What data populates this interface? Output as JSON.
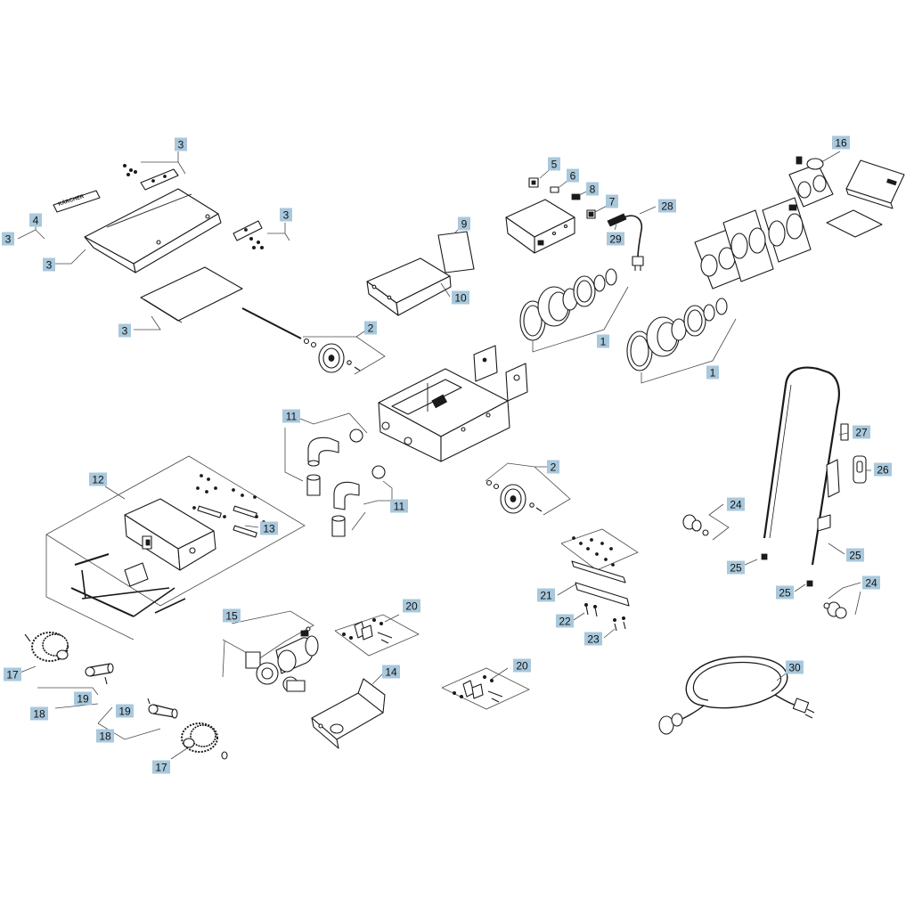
{
  "brand": {
    "logo_text": "KÄRCHER"
  },
  "callouts": [
    {
      "id": "c-3a",
      "label": "3"
    },
    {
      "id": "c-4",
      "label": "4"
    },
    {
      "id": "c-3b",
      "label": "3"
    },
    {
      "id": "c-3c",
      "label": "3"
    },
    {
      "id": "c-3d",
      "label": "3"
    },
    {
      "id": "c-3e",
      "label": "3"
    },
    {
      "id": "c-2a",
      "label": "2"
    },
    {
      "id": "c-9",
      "label": "9"
    },
    {
      "id": "c-10",
      "label": "10"
    },
    {
      "id": "c-5",
      "label": "5"
    },
    {
      "id": "c-6",
      "label": "6"
    },
    {
      "id": "c-8",
      "label": "8"
    },
    {
      "id": "c-7",
      "label": "7"
    },
    {
      "id": "c-28",
      "label": "28"
    },
    {
      "id": "c-29",
      "label": "29"
    },
    {
      "id": "c-1a",
      "label": "1"
    },
    {
      "id": "c-1b",
      "label": "1"
    },
    {
      "id": "c-16",
      "label": "16"
    },
    {
      "id": "c-11a",
      "label": "11"
    },
    {
      "id": "c-11b",
      "label": "11"
    },
    {
      "id": "c-2b",
      "label": "2"
    },
    {
      "id": "c-27",
      "label": "27"
    },
    {
      "id": "c-26",
      "label": "26"
    },
    {
      "id": "c-12",
      "label": "12"
    },
    {
      "id": "c-13",
      "label": "13"
    },
    {
      "id": "c-24a",
      "label": "24"
    },
    {
      "id": "c-25a",
      "label": "25"
    },
    {
      "id": "c-25b",
      "label": "25"
    },
    {
      "id": "c-25c",
      "label": "25"
    },
    {
      "id": "c-24b",
      "label": "24"
    },
    {
      "id": "c-21",
      "label": "21"
    },
    {
      "id": "c-22",
      "label": "22"
    },
    {
      "id": "c-23",
      "label": "23"
    },
    {
      "id": "c-15",
      "label": "15"
    },
    {
      "id": "c-20a",
      "label": "20"
    },
    {
      "id": "c-20b",
      "label": "20"
    },
    {
      "id": "c-14",
      "label": "14"
    },
    {
      "id": "c-17a",
      "label": "17"
    },
    {
      "id": "c-19a",
      "label": "19"
    },
    {
      "id": "c-18a",
      "label": "18"
    },
    {
      "id": "c-19b",
      "label": "19"
    },
    {
      "id": "c-18b",
      "label": "18"
    },
    {
      "id": "c-17b",
      "label": "17"
    },
    {
      "id": "c-30",
      "label": "30"
    }
  ]
}
